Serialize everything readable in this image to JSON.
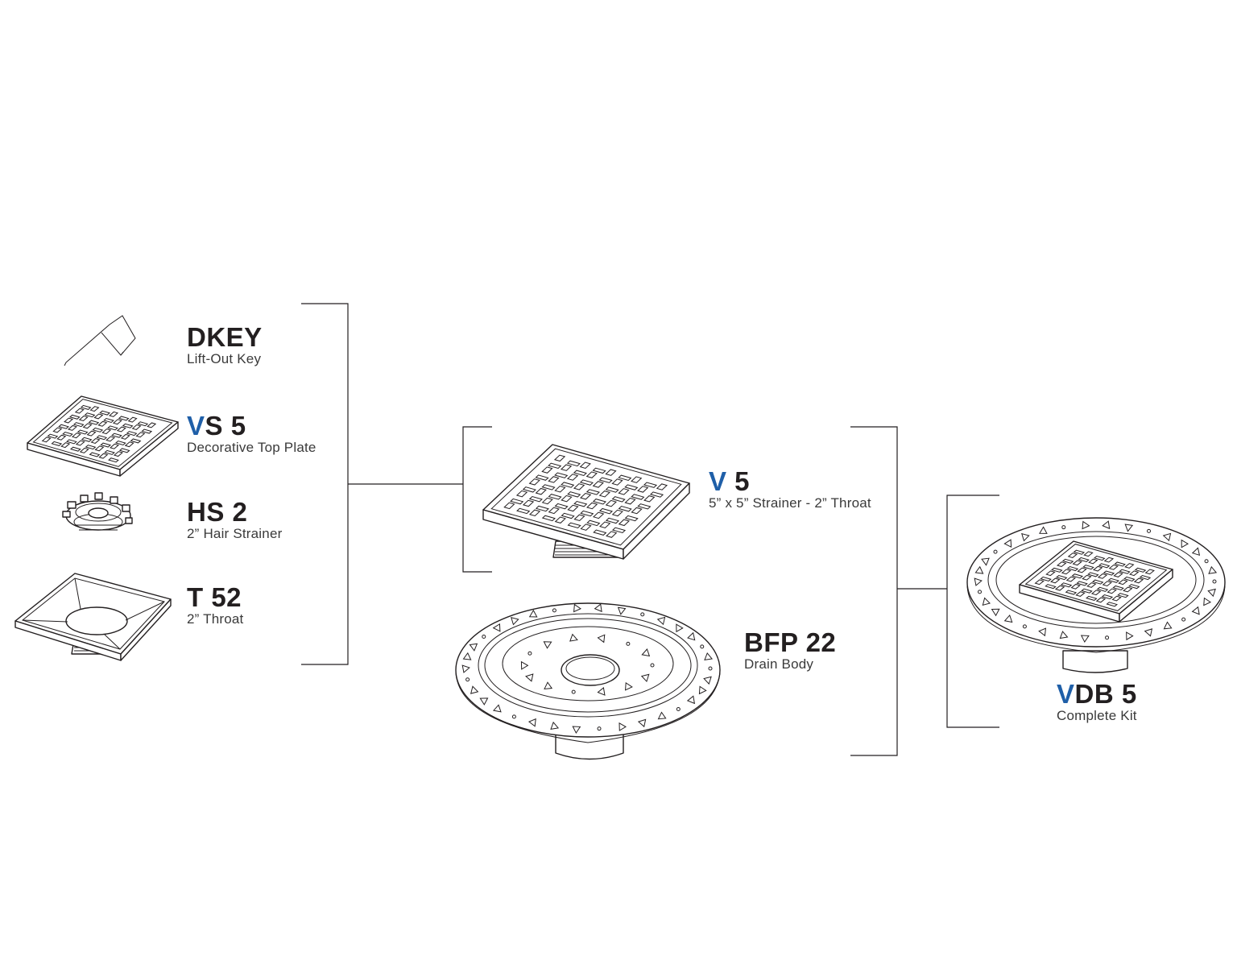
{
  "colors": {
    "ink": "#231f20",
    "accent": "#1f5fa8"
  },
  "parts": {
    "dkey": {
      "code_hl": "",
      "code_rest": "DKEY",
      "desc": "Lift-Out Key"
    },
    "vs5": {
      "code_hl": "V",
      "code_rest": "S 5",
      "desc": "Decorative Top Plate"
    },
    "hs2": {
      "code_hl": "",
      "code_rest": "HS 2",
      "desc": "2” Hair Strainer"
    },
    "t52": {
      "code_hl": "",
      "code_rest": "T 52",
      "desc": "2” Throat"
    },
    "v5": {
      "code_hl": "V",
      "code_rest": " 5",
      "desc": "5” x 5” Strainer - 2” Throat"
    },
    "bfp22": {
      "code_hl": "",
      "code_rest": "BFP 22",
      "desc": "Drain Body"
    },
    "vdb5": {
      "code_hl": "V",
      "code_rest": "DB 5",
      "desc": "Complete Kit"
    }
  }
}
